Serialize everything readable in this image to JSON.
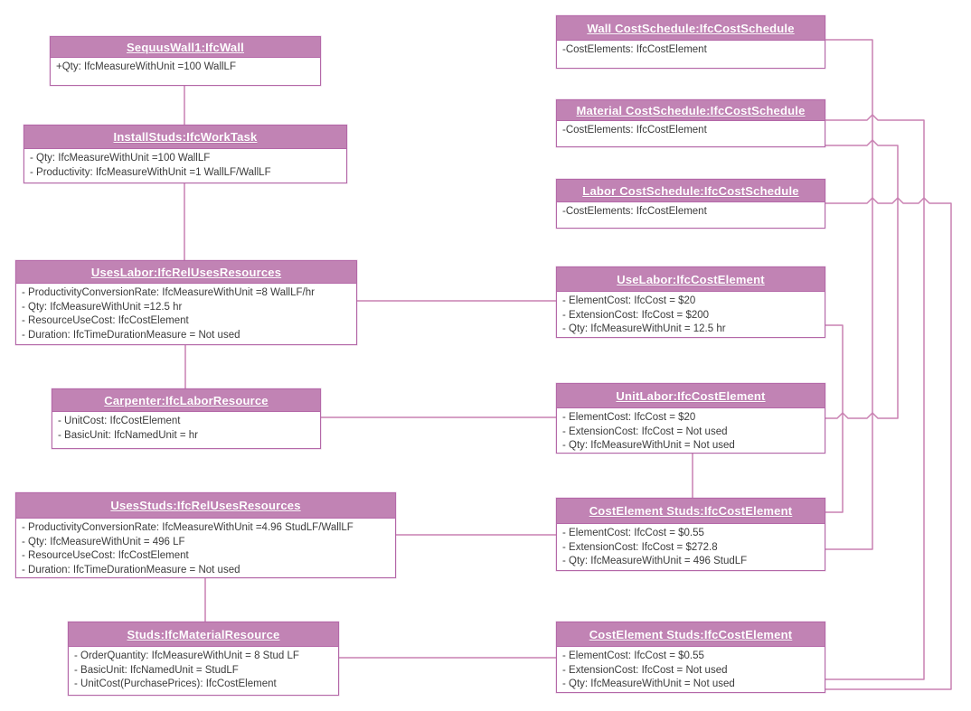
{
  "diagram": {
    "kind": "uml-object-diagram",
    "subject": "IFC cost schedule example"
  },
  "colors": {
    "header_fill": "#c183b4",
    "border": "#b468a8",
    "connector": "#c981b2",
    "title_text": "#ffffff",
    "body_text": "#3b3b3b",
    "background": "#ffffff"
  },
  "boxes": [
    {
      "id": "sequus_wall",
      "title": "SequusWall1:IfcWall",
      "attributes": [
        "+Qty: IfcMeasureWithUnit =100 WallLF"
      ]
    },
    {
      "id": "install_studs",
      "title": "InstallStuds:IfcWorkTask",
      "attributes": [
        "- Qty: IfcMeasureWithUnit =100 WallLF",
        "- Productivity: IfcMeasureWithUnit =1 WallLF/WallLF"
      ]
    },
    {
      "id": "uses_labor",
      "title": "UsesLabor:IfcRelUsesResources",
      "attributes": [
        "- ProductivityConversionRate: IfcMeasureWithUnit =8 WallLF/hr",
        "- Qty: IfcMeasureWithUnit =12.5 hr",
        "- ResourceUseCost: IfcCostElement",
        "- Duration: IfcTimeDurationMeasure = Not used"
      ]
    },
    {
      "id": "carpenter",
      "title": "Carpenter:IfcLaborResource",
      "attributes": [
        "- UnitCost: IfcCostElement",
        "- BasicUnit: IfcNamedUnit = hr"
      ]
    },
    {
      "id": "uses_studs",
      "title": "UsesStuds:IfcRelUsesResources",
      "attributes": [
        "- ProductivityConversionRate: IfcMeasureWithUnit =4.96 StudLF/WallLF",
        "- Qty: IfcMeasureWithUnit = 496 LF",
        "- ResourceUseCost: IfcCostElement",
        "- Duration: IfcTimeDurationMeasure = Not used"
      ]
    },
    {
      "id": "studs",
      "title": "Studs:IfcMaterialResource",
      "attributes": [
        "- OrderQuantity: IfcMeasureWithUnit = 8 Stud LF",
        "- BasicUnit: IfcNamedUnit = StudLF",
        "- UnitCost(PurchasePrices): IfcCostElement"
      ]
    },
    {
      "id": "wall_cost_schedule",
      "title": "Wall CostSchedule:IfcCostSchedule",
      "attributes": [
        "-CostElements: IfcCostElement"
      ]
    },
    {
      "id": "material_cost_schedule",
      "title": "Material CostSchedule:IfcCostSchedule",
      "attributes": [
        "-CostElements: IfcCostElement"
      ]
    },
    {
      "id": "labor_cost_schedule",
      "title": "Labor CostSchedule:IfcCostSchedule",
      "attributes": [
        "-CostElements: IfcCostElement"
      ]
    },
    {
      "id": "use_labor",
      "title": "UseLabor:IfcCostElement",
      "attributes": [
        "- ElementCost: IfcCost = $20",
        "- ExtensionCost: IfcCost = $200",
        "- Qty: IfcMeasureWithUnit = 12.5 hr"
      ]
    },
    {
      "id": "unit_labor",
      "title": "UnitLabor:IfcCostElement",
      "attributes": [
        "- ElementCost: IfcCost = $20",
        "- ExtensionCost: IfcCost = Not used",
        "- Qty: IfcMeasureWithUnit = Not used"
      ]
    },
    {
      "id": "cost_element_studs_ext",
      "title": "CostElement Studs:IfcCostElement",
      "attributes": [
        "- ElementCost: IfcCost = $0.55",
        "- ExtensionCost: IfcCost = $272.8",
        "- Qty: IfcMeasureWithUnit = 496 StudLF"
      ]
    },
    {
      "id": "cost_element_studs_unit",
      "title": "CostElement Studs:IfcCostElement",
      "attributes": [
        "- ElementCost: IfcCost = $0.55",
        "- ExtensionCost: IfcCost = Not used",
        "- Qty: IfcMeasureWithUnit = Not used"
      ]
    }
  ],
  "edges": [
    {
      "from": "sequus_wall",
      "to": "install_studs"
    },
    {
      "from": "install_studs",
      "to": "uses_labor"
    },
    {
      "from": "uses_labor",
      "to": "carpenter"
    },
    {
      "from": "uses_studs",
      "to": "studs"
    },
    {
      "from": "uses_labor",
      "to": "use_labor"
    },
    {
      "from": "carpenter",
      "to": "unit_labor"
    },
    {
      "from": "uses_studs",
      "to": "cost_element_studs_ext"
    },
    {
      "from": "studs",
      "to": "cost_element_studs_unit"
    },
    {
      "from": "wall_cost_schedule",
      "to": "cost_element_studs_ext"
    },
    {
      "from": "material_cost_schedule",
      "to": "cost_element_studs_unit"
    },
    {
      "from": "material_cost_schedule",
      "to": "unit_labor"
    },
    {
      "from": "labor_cost_schedule",
      "to": "cost_element_studs_unit"
    },
    {
      "from": "use_labor",
      "to": "cost_element_studs_ext"
    },
    {
      "from": "unit_labor",
      "to": "cost_element_studs_ext"
    }
  ]
}
